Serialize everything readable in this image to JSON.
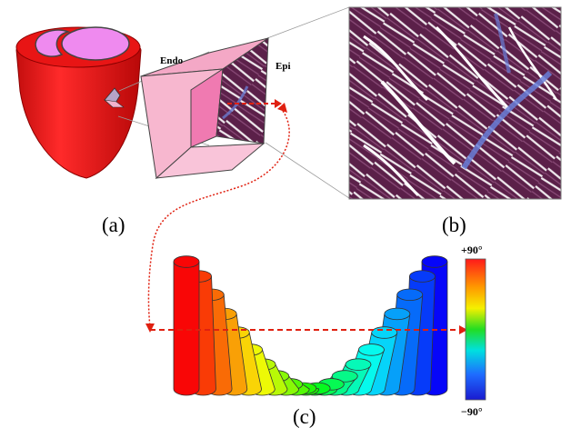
{
  "panels": {
    "a": {
      "label": "(a)",
      "endo_label": "Endo",
      "epi_label": "Epi"
    },
    "b": {
      "label": "(b)"
    },
    "c": {
      "label": "(c)"
    }
  },
  "colorbar": {
    "max_label": "+90°",
    "min_label": "−90°"
  },
  "colors": {
    "heart_red": "#ee1c1c",
    "chamber_pink": "#ec82ec",
    "block_pink": "#f7b7cf",
    "tissue_purple": "#5a2048",
    "arrow_red": "#e02010"
  }
}
